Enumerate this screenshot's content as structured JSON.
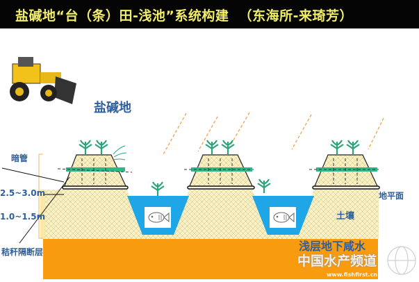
{
  "title": "盐碱地“台（条）田-浅池”系统构建  （东海所-来琦芳）",
  "labels": {
    "saline_land": "盐碱地",
    "drain_pipe": "暗管",
    "depth_upper": "2.5~3.0m",
    "depth_lower": "1.0~1.5m",
    "straw_barrier": "秸秆隔断层",
    "ground_level": "地平面",
    "soil": "土壤",
    "groundwater": "浅层地下咸水"
  },
  "watermark": {
    "text": "中国水产频道",
    "url": "www.fishfirst.cn"
  },
  "colors": {
    "title_bg": "#050505",
    "title_text": "#f2ee6a",
    "label_blue": "#2f5f9a",
    "soil": "#fbf0c0",
    "groundwater_layer": "#f99b0f",
    "pond_water": "#1fa6e6",
    "plants": "#2aa57a",
    "drain_bar": "#2eb88a",
    "rain": "#f0a050"
  }
}
